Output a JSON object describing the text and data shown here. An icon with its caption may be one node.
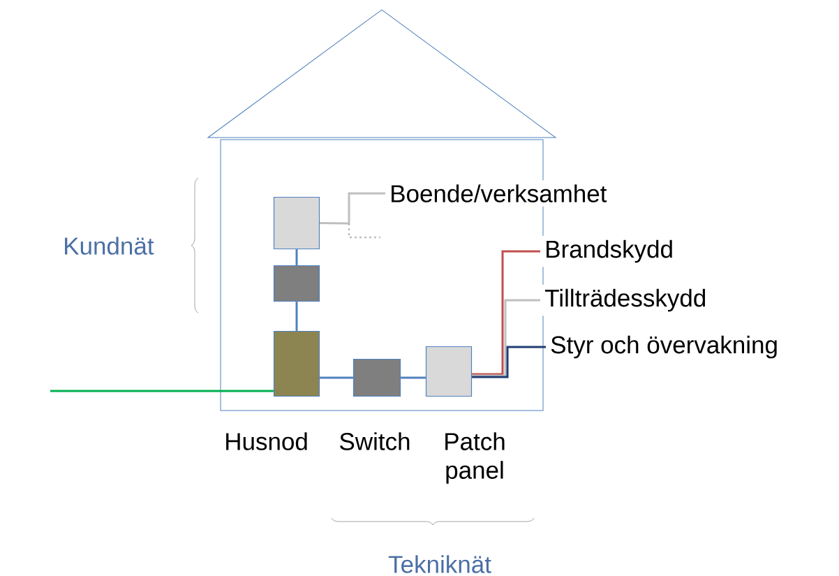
{
  "diagram": {
    "nodes": [
      {
        "text": [],
        "shape": "house"
      },
      {
        "text": [],
        "shape": "box",
        "in": 0
      },
      {
        "text": [],
        "shape": "box",
        "in": 0
      },
      {
        "text": [],
        "shape": "box",
        "in": 0,
        "beside": [
          "Husnod"
        ]
      },
      {
        "text": [],
        "shape": "box",
        "in": 0,
        "beside": [
          "Switch"
        ]
      },
      {
        "text": [],
        "shape": "box",
        "in": 0,
        "beside": [
          "Patch panel"
        ]
      },
      {
        "text": [
          "Boende/verksamhet"
        ]
      },
      {
        "text": [
          "Brandskydd"
        ]
      },
      {
        "text": [
          "Tillträdesskydd"
        ]
      },
      {
        "text": [
          "Styr och övervakning"
        ]
      }
    ],
    "edges": [
      {
        "from": 1,
        "to": 2,
        "arrow": "none"
      },
      {
        "from": 2,
        "to": 3,
        "arrow": "none"
      },
      {
        "from": 3,
        "to": 4,
        "arrow": "none"
      },
      {
        "from": 4,
        "to": 5,
        "arrow": "none"
      },
      {
        "from": 1,
        "to": 6,
        "arrow": "none",
        "color": "#bfbfbf"
      },
      {
        "from": 5,
        "to": 7,
        "arrow": "none",
        "color": "#c0504d"
      },
      {
        "from": 5,
        "to": 8,
        "arrow": "none",
        "color": "#bfbfbf"
      },
      {
        "from": 5,
        "to": 9,
        "arrow": "none",
        "color": "#1f3d73"
      },
      {
        "from": null,
        "to": 3,
        "arrow": "none",
        "color": "#00b050"
      }
    ],
    "labels": [
      "Kundnät",
      "Tekniknät"
    ]
  }
}
